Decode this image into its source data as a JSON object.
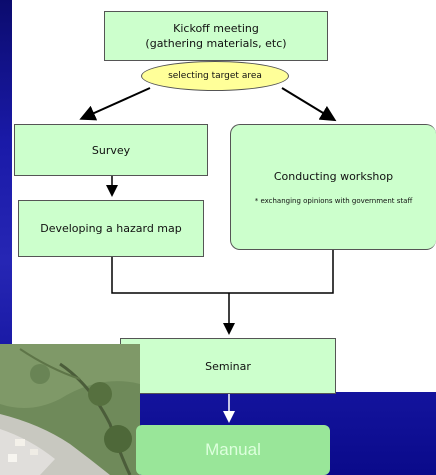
{
  "title_fragment": "",
  "nodes": {
    "kickoff": {
      "line1": "Kickoff meeting",
      "line2": "(gathering materials, etc)"
    },
    "target_area": "selecting target area",
    "survey": "Survey",
    "hazard_map": "Developing a hazard map",
    "workshop": {
      "label": "Conducting workshop",
      "note": "* exchanging opinions with government staff"
    },
    "seminar": "Seminar",
    "manual": "Manual"
  },
  "colors": {
    "background": "#1a1aa8",
    "box_fill": "#ccffcc",
    "oval_fill": "#ffff99",
    "manual_fill": "#99e699",
    "title_text": "#f2e600"
  }
}
